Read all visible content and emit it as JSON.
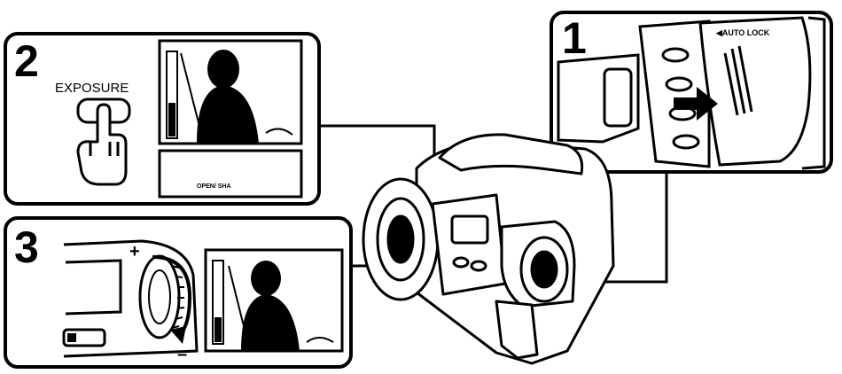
{
  "steps": [
    {
      "number": "1",
      "label": "◀AUTO LOCK"
    },
    {
      "number": "2",
      "label": "EXPOSURE"
    },
    {
      "number": "3",
      "label": ""
    }
  ],
  "dial": {
    "plus": "+",
    "minus": "–"
  },
  "lcd_caption": "OPEN/ SHA"
}
